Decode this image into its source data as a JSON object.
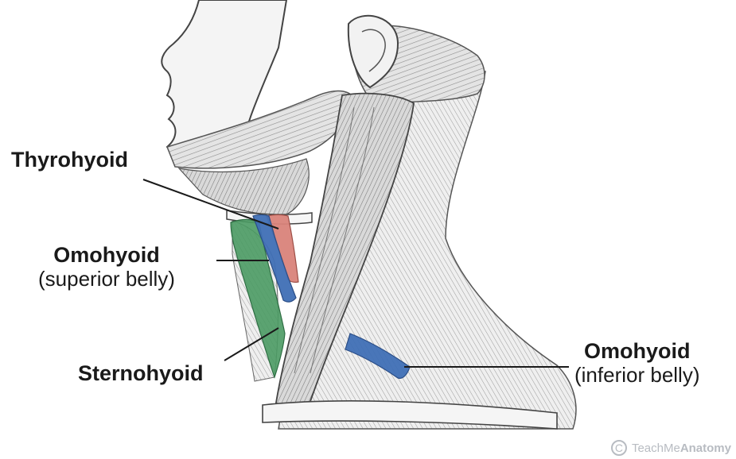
{
  "labels": {
    "thyrohyoid": "Thyrohyoid",
    "omohyoid_superior": {
      "name": "Omohyoid",
      "detail": "(superior belly)"
    },
    "sternohyoid": "Sternohyoid",
    "omohyoid_inferior": {
      "name": "Omohyoid",
      "detail": "(inferior belly)"
    }
  },
  "muscle_colors": {
    "thyrohyoid": "#d9837a",
    "omohyoid": "#3f6fb5",
    "sternohyoid": "#4a9a63"
  },
  "watermark": {
    "icon": "copyright-c-icon",
    "brand_part1": "TeachMe",
    "brand_part2": "Anatomy"
  }
}
